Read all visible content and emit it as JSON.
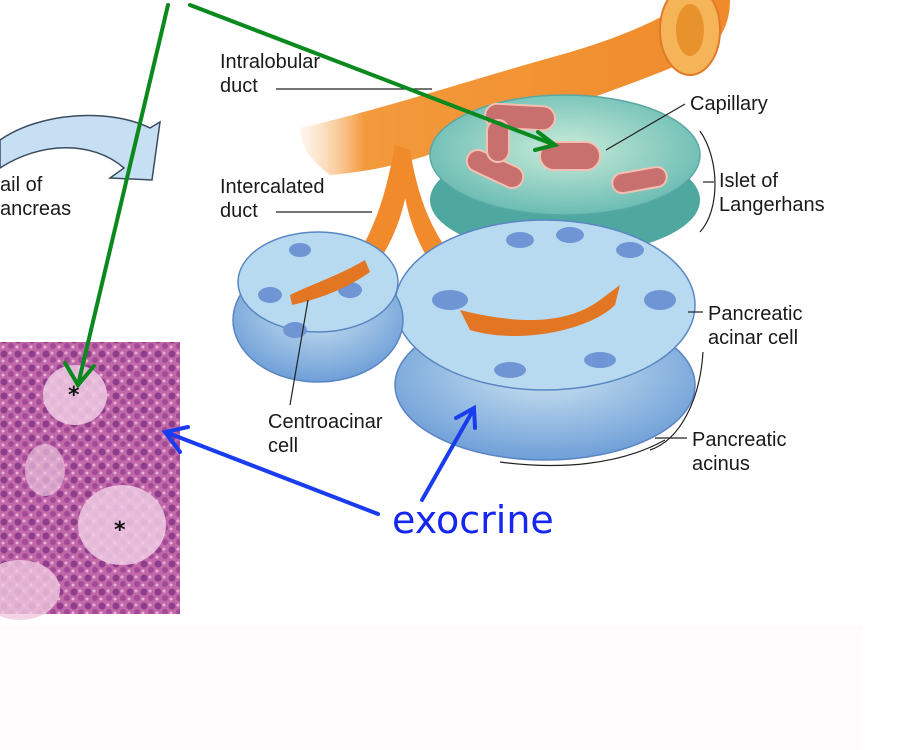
{
  "figure": {
    "labels": {
      "intralobular_duct": "Intralobular\nduct",
      "intercalated_duct": "Intercalated\nduct",
      "tail_of_pancreas": "ail of\nancreas",
      "capillary": "Capillary",
      "islet_of_langerhans": "Islet of\nLangerhans",
      "pancreatic_acinar_cell": "Pancreatic\nacinar cell",
      "pancreatic_acinus": "Pancreatic\nacinus",
      "centroacinar_cell": "Centroacinar\ncell"
    },
    "annotations": {
      "exocrine": "exocrine",
      "islet_marker": "*",
      "islet_marker_2": "*"
    },
    "colors": {
      "endocrine_arrow": "#0a8a1e",
      "exocrine_arrow": "#1a3cf0",
      "exocrine_text": "#1426f0",
      "duct_orange": "#f08a2a",
      "islet_teal": "#8fd4c8",
      "acinus_blue": "#8ab8e6",
      "capillary_red": "#c8706e",
      "histology_pink": "#b45aa0"
    }
  }
}
